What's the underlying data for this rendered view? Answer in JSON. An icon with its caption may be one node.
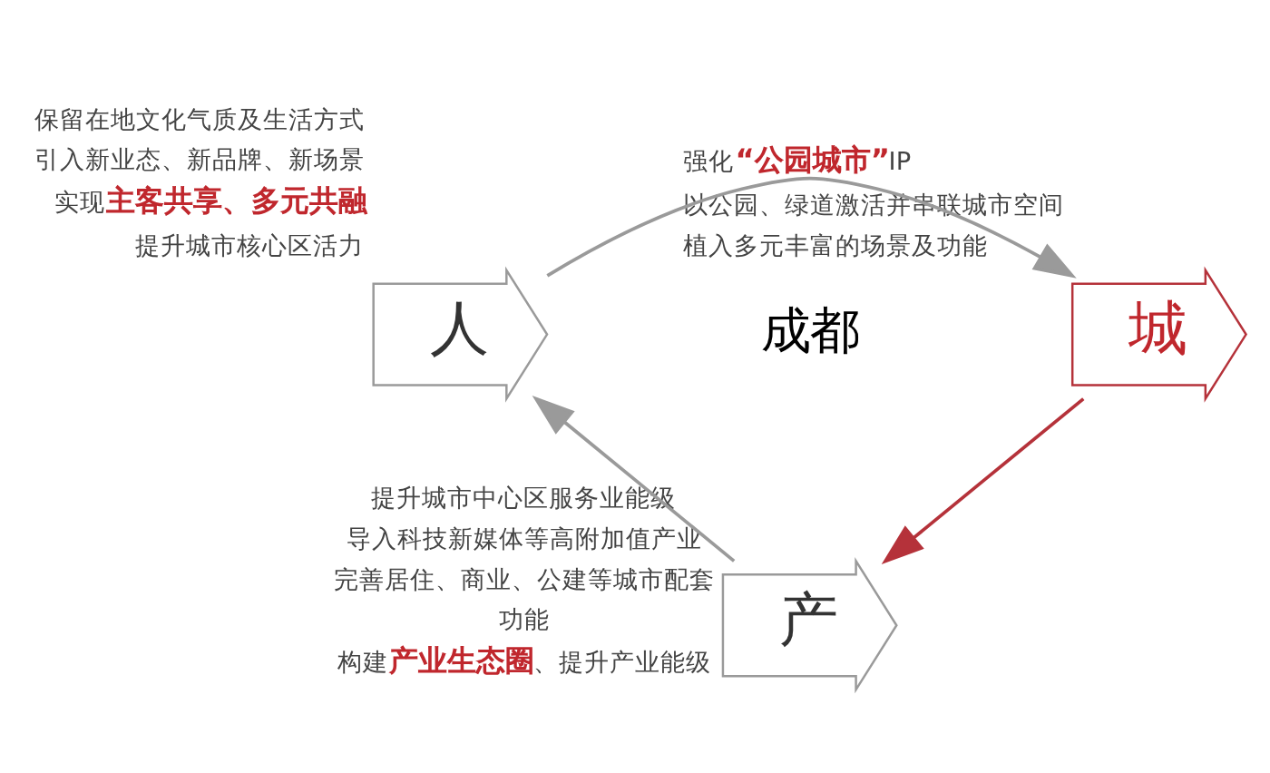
{
  "diagram": {
    "nodes": [
      {
        "text": [
          "人"
        ],
        "beside": [
          "保留在地文化气质及生活方式",
          "引入新业态、新品牌、新场景",
          "实现**主客共享、多元共融**",
          "提升城市核心区活力"
        ]
      },
      {
        "text": [
          "城"
        ],
        "beside": [
          "强化**“公园城市”**IP",
          "以公园、绿道激活并串联城市空间植入多元丰富的场景及功能"
        ]
      },
      {
        "text": [
          "产"
        ],
        "beside": [
          "提升城市中心区服务业能级",
          "导入科技新媒体等高附加值产业",
          "完善居住、商业、公建等城市配套功能",
          "构建**产业生态圈**、提升产业能级"
        ]
      }
    ],
    "edges": [
      {
        "from": 0,
        "to": 1,
        "arrow": "to"
      },
      {
        "from": 1,
        "to": 2,
        "arrow": "to",
        "color": "#b5323a"
      },
      {
        "from": 2,
        "to": 0,
        "arrow": "to"
      }
    ],
    "labels": [
      "成都"
    ]
  }
}
